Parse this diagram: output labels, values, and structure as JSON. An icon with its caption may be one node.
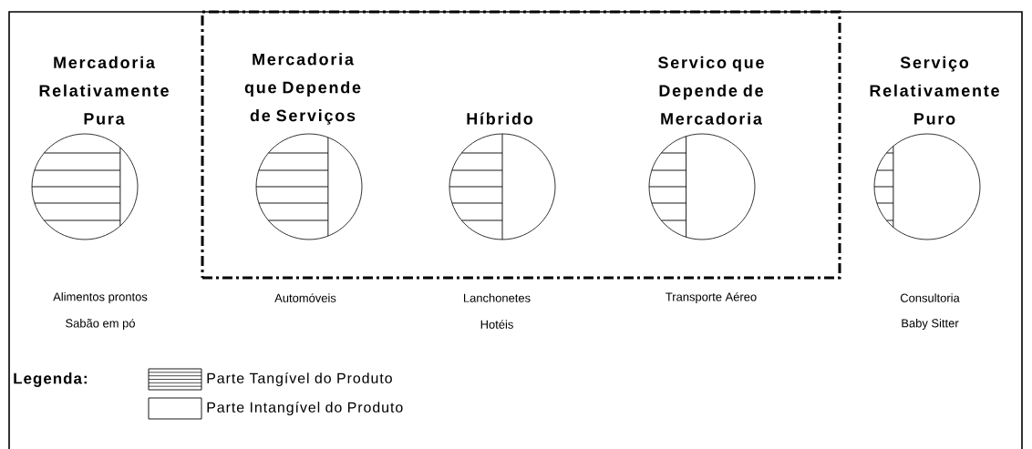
{
  "diagram": {
    "nodes": [
      {
        "text": [],
        "shape": "box"
      },
      {
        "text": [
          "Mercadoria Relativamente Pura"
        ]
      },
      {
        "text": [
          "Mercadoria que Depende de Serviços"
        ],
        "in": 0
      },
      {
        "text": [
          "Híbrido"
        ],
        "in": 0
      },
      {
        "text": [
          "Servico que Depende de Mercadoria"
        ],
        "in": 0
      },
      {
        "text": [
          "Serviço Relativamente Puro"
        ]
      }
    ],
    "labels": [
      "Alimentos prontos",
      "Automóveis",
      "Lanchonetes",
      "Transporte Aéreo",
      "Consultoria",
      "Sabão em pó",
      "Hotéis",
      "Baby Sitter",
      "Legenda:"
    ],
    "legend": [
      {
        "text": "Parte Tangível do Produto"
      },
      {
        "text": "Parte Intangível do Produto"
      }
    ]
  }
}
